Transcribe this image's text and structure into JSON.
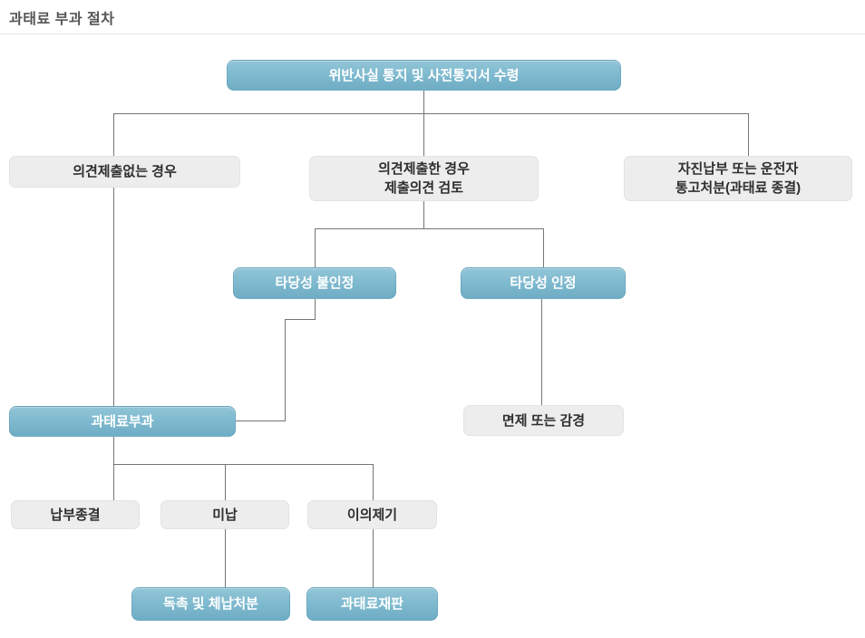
{
  "page": {
    "title": "과태료 부과 절차"
  },
  "colors": {
    "node_primary": "#7cb8ce",
    "node_primary_light": "#92c5d7",
    "node_primary_dark": "#6fadc4",
    "node_secondary": "#ededed",
    "line": "#757575",
    "title_text": "#555555",
    "divider": "#aaaaaa"
  },
  "flowchart": {
    "nodes": [
      {
        "id": "receive-notice",
        "label": "위반사실 통지 및 사전통지서 수령",
        "type": "primary"
      },
      {
        "id": "no-opinion-case",
        "label": "의견제출없는 경우",
        "type": "secondary"
      },
      {
        "id": "opinion-submitted-case",
        "label": "의견제출한 경우\n제출의견 검토",
        "type": "secondary"
      },
      {
        "id": "voluntary-payment",
        "label": "자진납부 또는 운전자\n통고처분(과태료 종결)",
        "type": "secondary"
      },
      {
        "id": "validity-rejected",
        "label": "타당성 불인정",
        "type": "primary"
      },
      {
        "id": "validity-accepted",
        "label": "타당성 인정",
        "type": "primary"
      },
      {
        "id": "fine-imposition",
        "label": "과태료부과",
        "type": "primary"
      },
      {
        "id": "exemption-or-reduction",
        "label": "면제 또는 감경",
        "type": "secondary"
      },
      {
        "id": "payment-completed",
        "label": "납부종결",
        "type": "secondary"
      },
      {
        "id": "non-payment",
        "label": "미납",
        "type": "secondary"
      },
      {
        "id": "objection",
        "label": "이의제기",
        "type": "secondary"
      },
      {
        "id": "demand-and-disposition",
        "label": "독촉 및 체납처분",
        "type": "primary"
      },
      {
        "id": "fine-trial",
        "label": "과태료재판",
        "type": "primary"
      }
    ]
  }
}
